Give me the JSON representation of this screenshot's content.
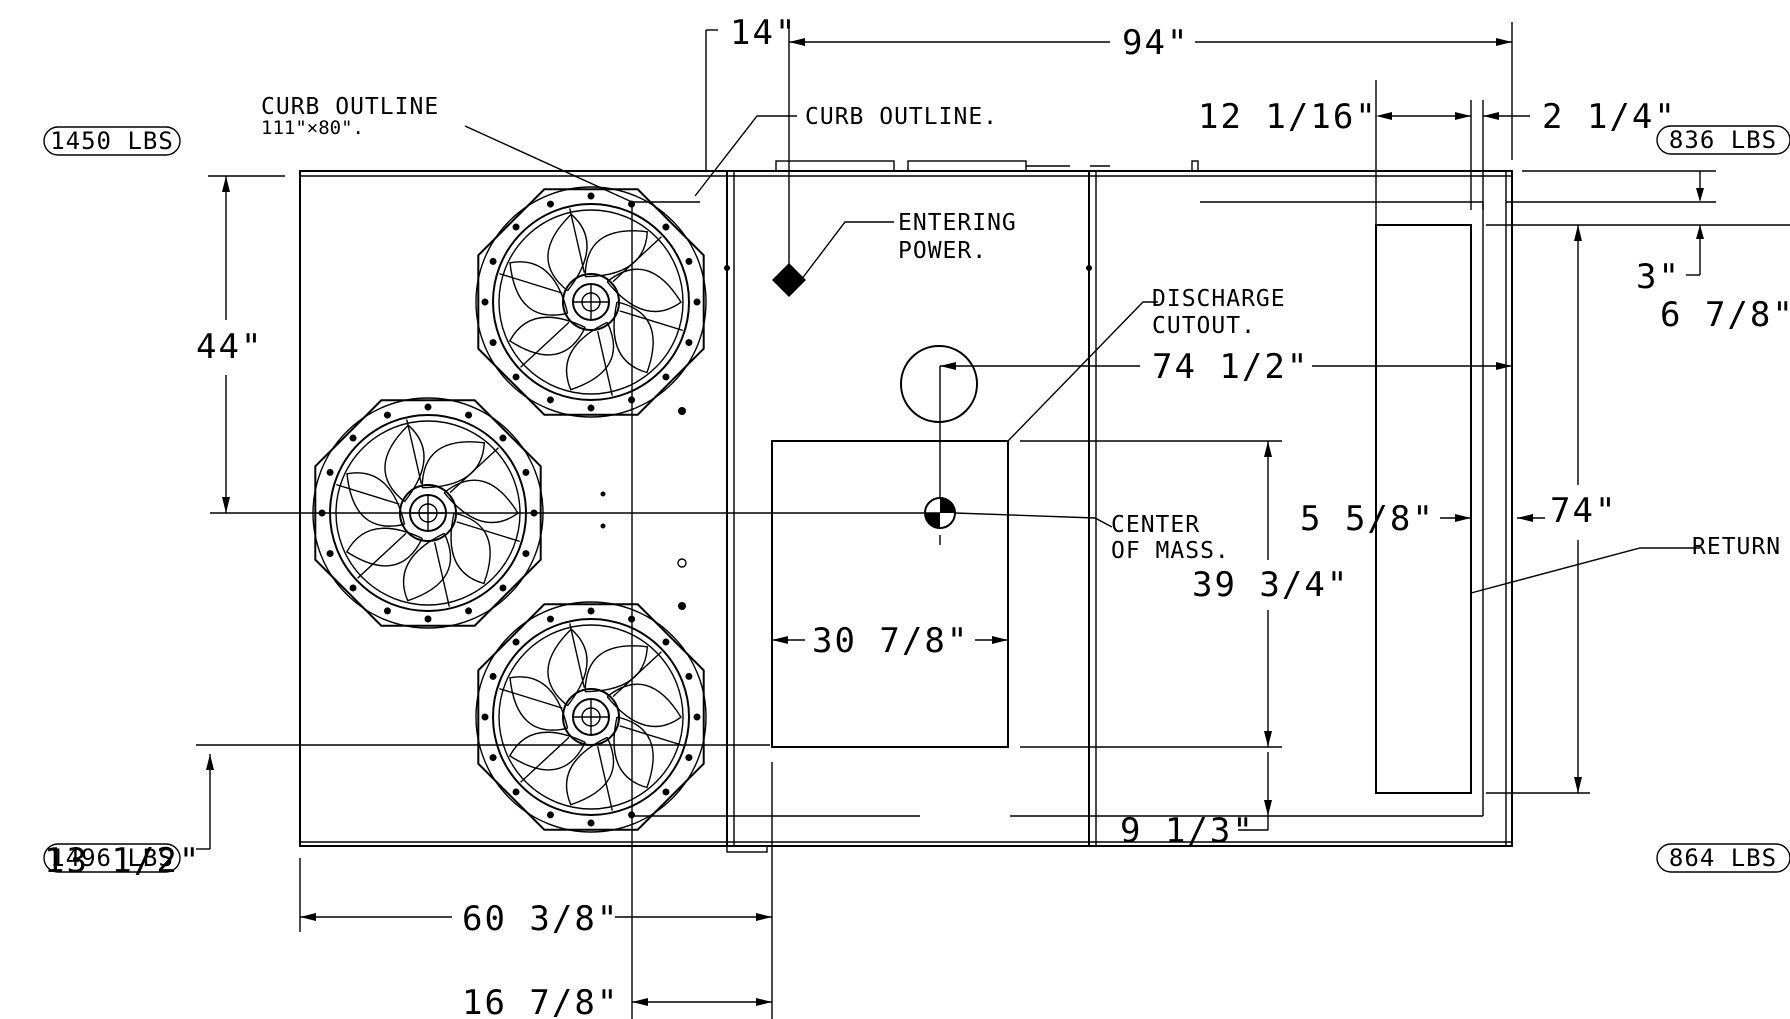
{
  "weights": {
    "top_left": "1450 LBS",
    "top_right": "836 LBS",
    "bottom_left": "1496 LBS",
    "bottom_right": "864 LBS"
  },
  "callouts": {
    "curb_outline_1": "CURB OUTLINE",
    "curb_outline_size": "111\"×80\".",
    "curb_outline_2": "CURB OUTLINE.",
    "entering_power_1": "ENTERING",
    "entering_power_2": "POWER.",
    "discharge_1": "DISCHARGE",
    "discharge_2": "CUTOUT.",
    "center_mass_1": "CENTER",
    "center_mass_2": "OF MASS.",
    "return": "RETURN"
  },
  "dimensions": {
    "d14": "14\"",
    "d94": "94\"",
    "d12_1_16": "12 1/16\"",
    "d2_1_4": "2 1/4\"",
    "d3": "3\"",
    "d6_7_8": "6 7/8\"",
    "d44": "44\"",
    "d74_1_2": "74 1/2\"",
    "d5_5_8": "5 5/8\"",
    "d74": "74\"",
    "d39_3_4": "39 3/4\"",
    "d30_7_8": "30 7/8\"",
    "d9_1_3": "9 1/3\"",
    "d13_1_2": "13 1/2\"",
    "d60_3_8": "60 3/8\"",
    "d16_7_8": "16 7/8\""
  },
  "icons": [
    "fan-icon",
    "entering-power-diamond-icon",
    "center-of-mass-icon"
  ]
}
